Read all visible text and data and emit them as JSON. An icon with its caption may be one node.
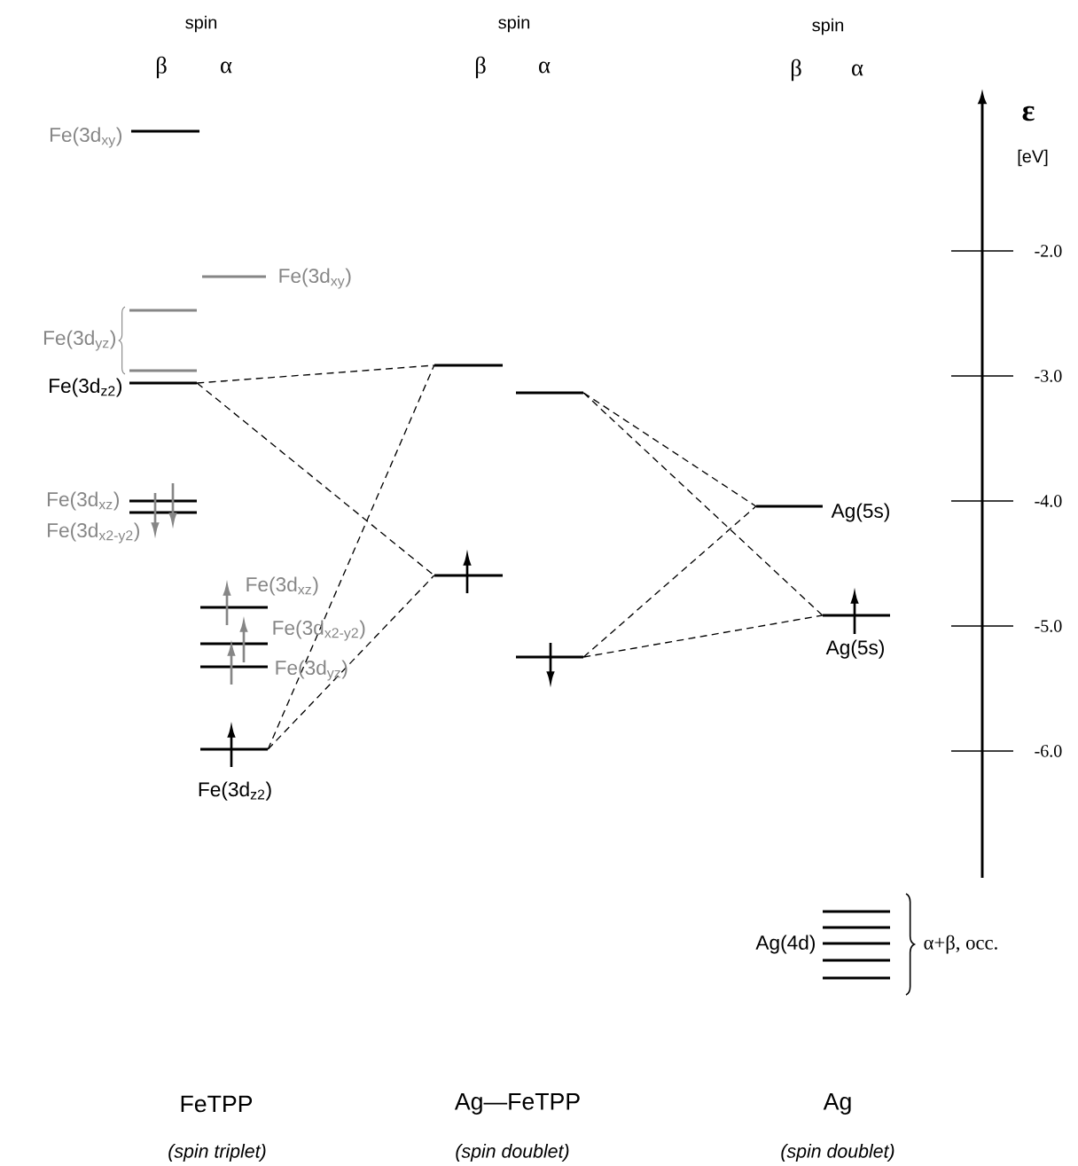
{
  "diagram": {
    "nodes": [
      {
        "text": [],
        "shape": "bar",
        "beside": [
          "Fe(3d$_{xy}$)"
        ]
      },
      {
        "text": [],
        "shape": "bar",
        "beside": [
          "Fe(3d$_{xy}$)"
        ]
      },
      {
        "text": [],
        "shape": "bar"
      },
      {
        "text": [],
        "shape": "bar"
      },
      {
        "text": [],
        "shape": "bar",
        "beside": [
          "Fe(3d$_{z2}$)"
        ]
      },
      {
        "text": [],
        "shape": "bar",
        "beside": [
          "Fe(3d$_{xz}$)"
        ]
      },
      {
        "text": [],
        "shape": "bar",
        "beside": [
          "Fe(3d$_{x2-y2}$)"
        ]
      },
      {
        "text": [],
        "shape": "bar",
        "beside": [
          "Fe(3d$_{xz}$)"
        ]
      },
      {
        "text": [],
        "shape": "bar",
        "beside": [
          "Fe(3d$_{x2-y2}$)"
        ]
      },
      {
        "text": [],
        "shape": "bar",
        "beside": [
          "Fe(3d$_{yz}$)"
        ]
      },
      {
        "text": [],
        "shape": "bar",
        "beside": [
          "Fe(3d$_{z2}$)"
        ]
      },
      {
        "text": [],
        "shape": "bar"
      },
      {
        "text": [],
        "shape": "bar"
      },
      {
        "text": [],
        "shape": "bar"
      },
      {
        "text": [],
        "shape": "bar"
      },
      {
        "text": [],
        "shape": "bar",
        "beside": [
          "Ag(5s)"
        ]
      },
      {
        "text": [],
        "shape": "bar",
        "beside": [
          "Ag(5s)"
        ]
      },
      {
        "text": [],
        "shape": "bar"
      },
      {
        "text": [],
        "shape": "bar"
      },
      {
        "text": [],
        "shape": "bar"
      },
      {
        "text": [],
        "shape": "bar"
      },
      {
        "text": [],
        "shape": "bar"
      }
    ],
    "edges": [
      {
        "from": 4,
        "to": 11,
        "arrow": "none",
        "style": "dashed"
      },
      {
        "from": 4,
        "to": 12,
        "arrow": "none",
        "style": "dashed"
      },
      {
        "from": 10,
        "to": 11,
        "arrow": "none",
        "style": "dashed"
      },
      {
        "from": 10,
        "to": 12,
        "arrow": "none",
        "style": "dashed"
      },
      {
        "from": 13,
        "to": 15,
        "arrow": "none",
        "style": "dashed"
      },
      {
        "from": 13,
        "to": 16,
        "arrow": "none",
        "style": "dashed"
      },
      {
        "from": 14,
        "to": 15,
        "arrow": "none",
        "style": "dashed"
      },
      {
        "from": 14,
        "to": 16,
        "arrow": "none",
        "style": "dashed"
      }
    ],
    "labels": [
      "spin",
      "spin",
      "spin",
      "β",
      "α",
      "β",
      "α",
      "β",
      "α",
      "ε",
      "[eV]",
      "-2.0",
      "Fe(3d$_{yz}$)",
      "-3.0",
      "-4.0",
      "-5.0",
      "-6.0",
      "Ag(4d)",
      "α+β, occ.",
      "FeTPP",
      "Ag—FeTPP",
      "Ag",
      "(spin triplet)",
      "(spin doublet)",
      "(spin doublet)"
    ]
  }
}
